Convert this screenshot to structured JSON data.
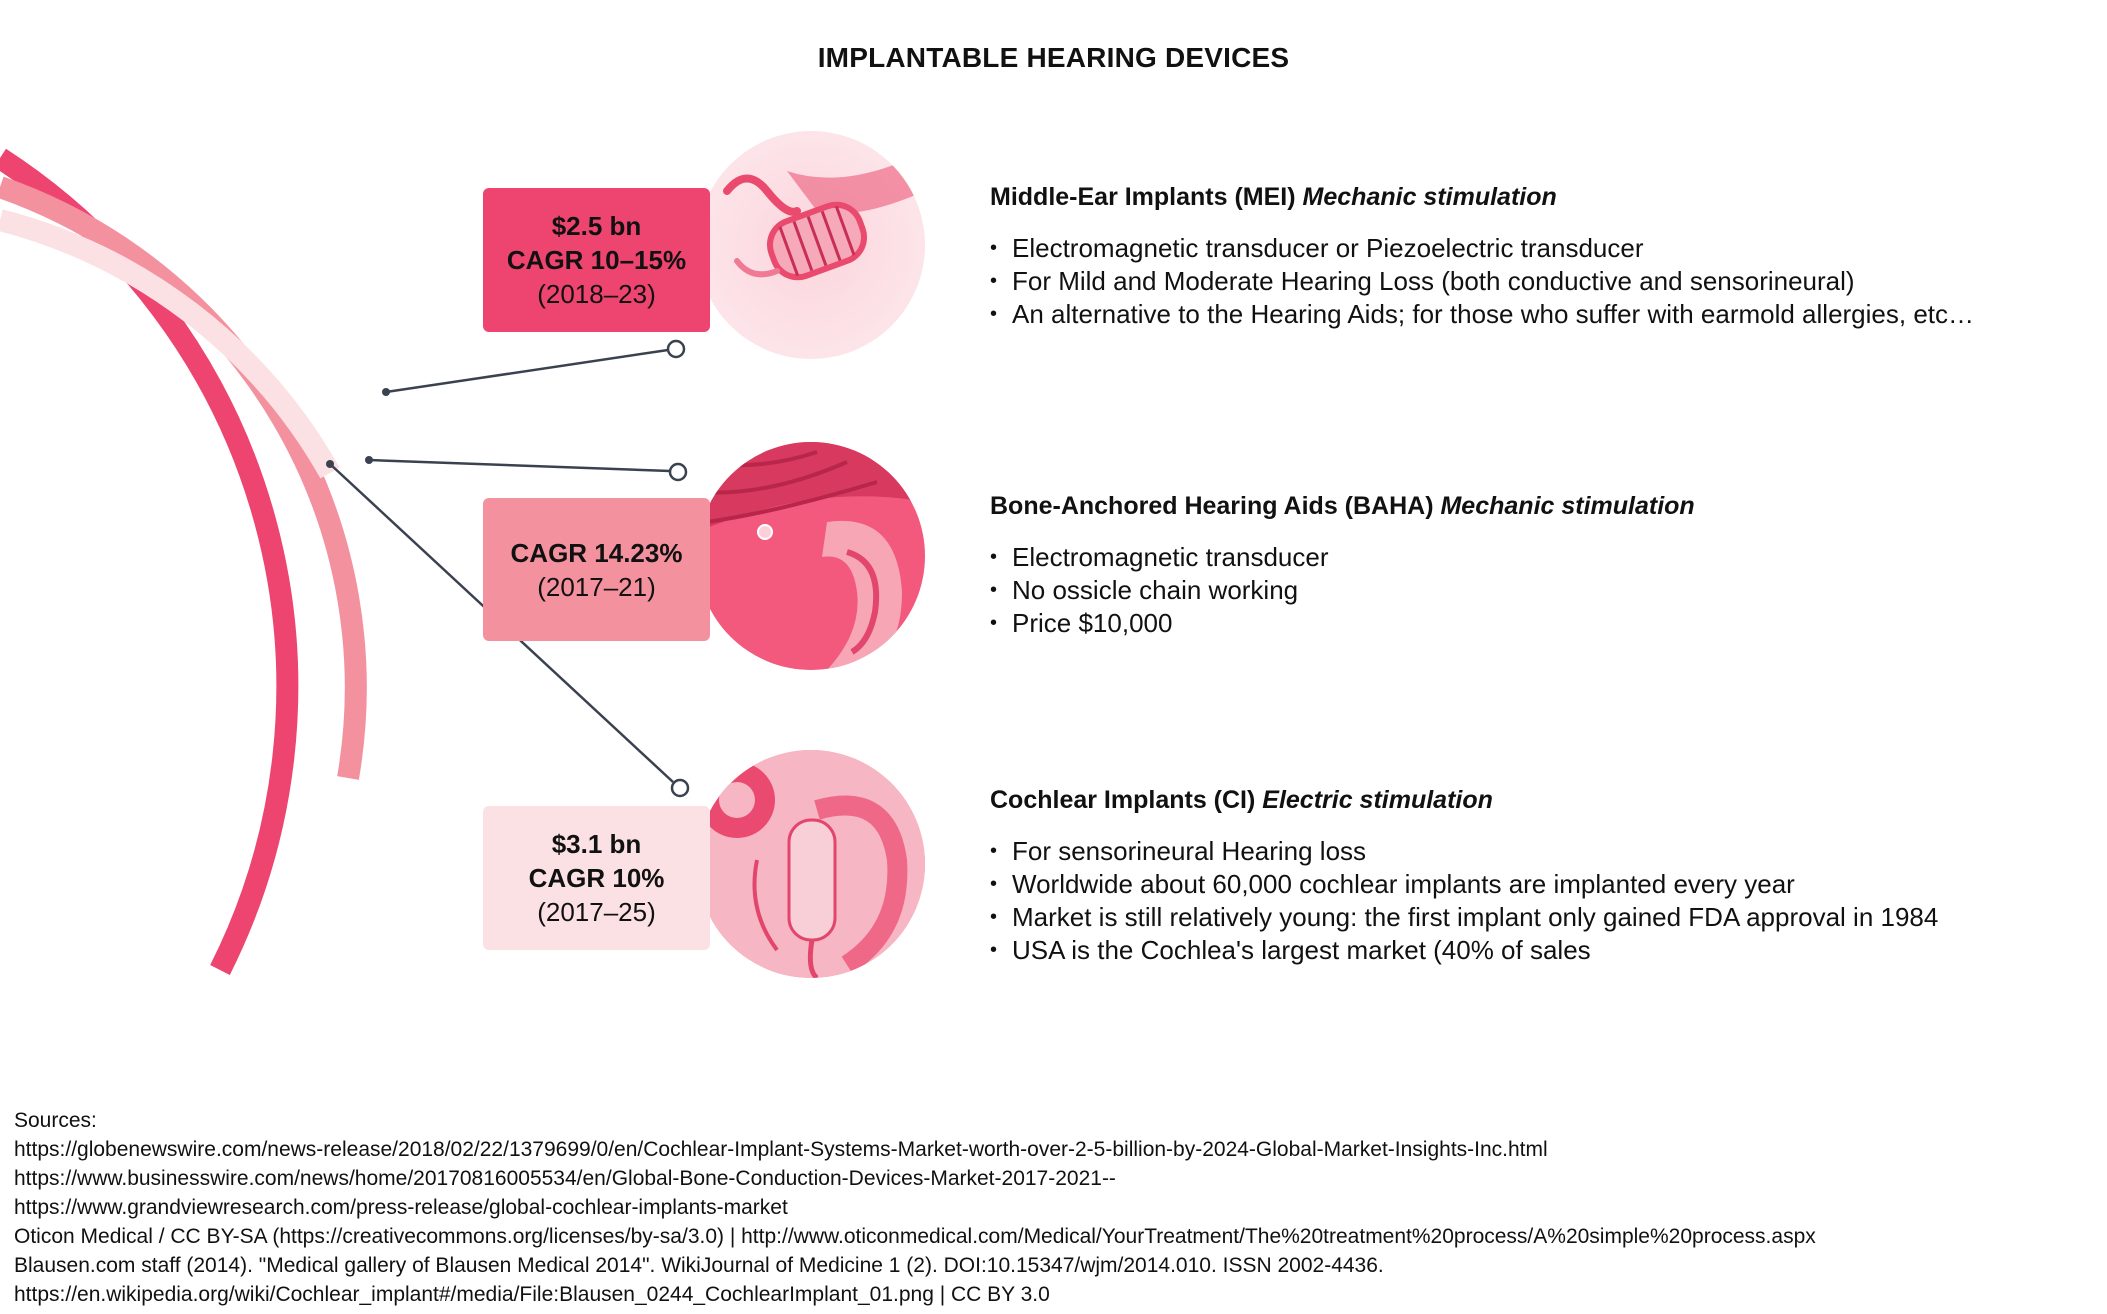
{
  "title": "IMPLANTABLE HEARING DEVICES",
  "colors": {
    "arc_outer": "#ee4470",
    "arc_middle": "#f3919f",
    "arc_inner": "#fbe1e4",
    "connector": "#3a4250"
  },
  "devices": [
    {
      "box": {
        "line1": "$2.5 bn",
        "line2": "CAGR 10–15%",
        "line3": "(2018–23)"
      },
      "name": "Middle-Ear Implants (MEI)",
      "stimulation": "Mechanic stimulation",
      "bullets": [
        "Electromagnetic transducer or Piezoelectric transducer",
        "For Mild and Moderate Hearing Loss (both conductive and sensorineural)",
        "An alternative to the Hearing Aids; for those who suffer with earmold allergies, etc…"
      ]
    },
    {
      "box": {
        "line1": "CAGR 14.23%",
        "line2": "(2017–21)"
      },
      "name": "Bone-Anchored Hearing Aids (BAHA)",
      "stimulation": "Mechanic stimulation",
      "bullets": [
        "Electromagnetic transducer",
        "No ossicle chain working",
        "Price $10,000"
      ]
    },
    {
      "box": {
        "line1": "$3.1 bn",
        "line2": "CAGR 10%",
        "line3": "(2017–25)"
      },
      "name": "Cochlear Implants (CI)",
      "stimulation": "Electric stimulation",
      "bullets": [
        "For sensorineural Hearing loss",
        "Worldwide about 60,000 cochlear implants are implanted every year",
        "Market is still relatively young: the first implant only gained FDA approval in 1984",
        "USA is the Cochlea's largest market (40% of sales"
      ]
    }
  ],
  "sources": {
    "heading": "Sources:",
    "lines": [
      "https://globenewswire.com/news-release/2018/02/22/1379699/0/en/Cochlear-Implant-Systems-Market-worth-over-2-5-billion-by-2024-Global-Market-Insights-Inc.html",
      "https://www.businesswire.com/news/home/20170816005534/en/Global-Bone-Conduction-Devices-Market-2017-2021--",
      "https://www.grandviewresearch.com/press-release/global-cochlear-implants-market",
      "Oticon Medical / CC BY-SA (https://creativecommons.org/licenses/by-sa/3.0) | http://www.oticonmedical.com/Medical/YourTreatment/The%20treatment%20process/A%20simple%20process.aspx",
      "Blausen.com staff (2014). \"Medical gallery of Blausen Medical 2014\". WikiJournal of Medicine 1 (2). DOI:10.15347/wjm/2014.010. ISSN 2002-4436.",
      "https://en.wikipedia.org/wiki/Cochlear_implant#/media/File:Blausen_0244_CochlearImplant_01.png | CC BY 3.0"
    ]
  }
}
